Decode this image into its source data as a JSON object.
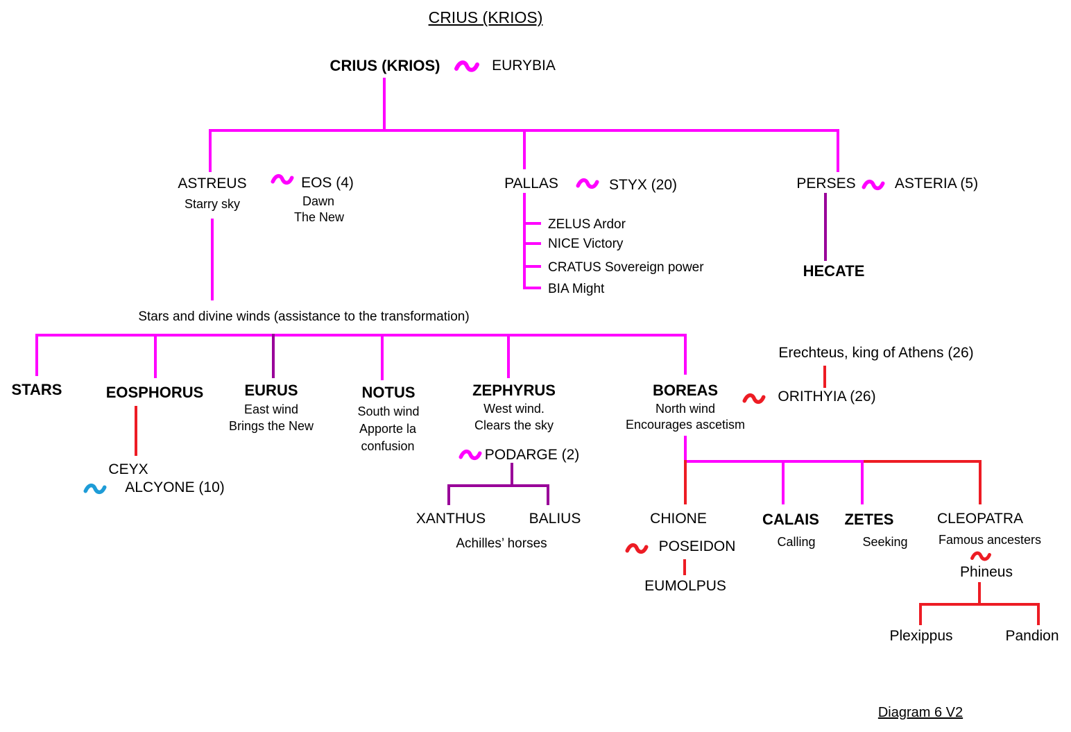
{
  "title": "CRIUS (KRIOS)",
  "footer": "Diagram 6 V2",
  "colors": {
    "magenta": "#FF00FF",
    "purple": "#990099",
    "red": "#ED1C24",
    "blue": "#1E9CD7"
  },
  "root": {
    "name": "CRIUS (KRIOS)",
    "spouse": "EURYBIA"
  },
  "astreus": {
    "name": "ASTREUS",
    "note": "Starry sky",
    "spouse": "EOS (4)",
    "spouse_note1": "Dawn",
    "spouse_note2": "The New"
  },
  "pallas": {
    "name": "PALLAS",
    "spouse": "STYX (20)",
    "children": [
      "ZELUS Ardor",
      "NICE Victory",
      "CRATUS Sovereign power",
      "BIA Might"
    ]
  },
  "perses": {
    "name": "PERSES",
    "spouse": "ASTERIA (5)",
    "child": "HECATE"
  },
  "winds_label": "Stars and divine winds (assistance to the transformation)",
  "stars": {
    "name": "STARS"
  },
  "eosphorus": {
    "name": "EOSPHORUS",
    "child": "CEYX",
    "child_spouse": "ALCYONE (10)"
  },
  "eurus": {
    "name": "EURUS",
    "note1": "East wind",
    "note2": "Brings the New"
  },
  "notus": {
    "name": "NOTUS",
    "note1": "South wind",
    "note2": "Apporte la",
    "note3": "confusion"
  },
  "zephyrus": {
    "name": "ZEPHYRUS",
    "note1": "West wind.",
    "note2": "Clears the sky",
    "spouse": "PODARGE (2)",
    "children": [
      "XANTHUS",
      "BALIUS"
    ],
    "children_note": "Achilles’ horses"
  },
  "boreas": {
    "name": "BOREAS",
    "note1": "North wind",
    "note2": "Encourages ascetism",
    "spouse": "ORITHYIA (26)",
    "spouse_parent": "Erechteus, king of Athens (26)"
  },
  "chione": {
    "name": "CHIONE",
    "spouse": "POSEIDON",
    "child": "EUMOLPUS"
  },
  "calais": {
    "name": "CALAIS",
    "note": "Calling"
  },
  "zetes": {
    "name": "ZETES",
    "note": "Seeking"
  },
  "cleopatra": {
    "name": "CLEOPATRA",
    "note": "Famous ancesters",
    "spouse": "Phineus",
    "children": [
      "Plexippus",
      "Pandion"
    ]
  }
}
